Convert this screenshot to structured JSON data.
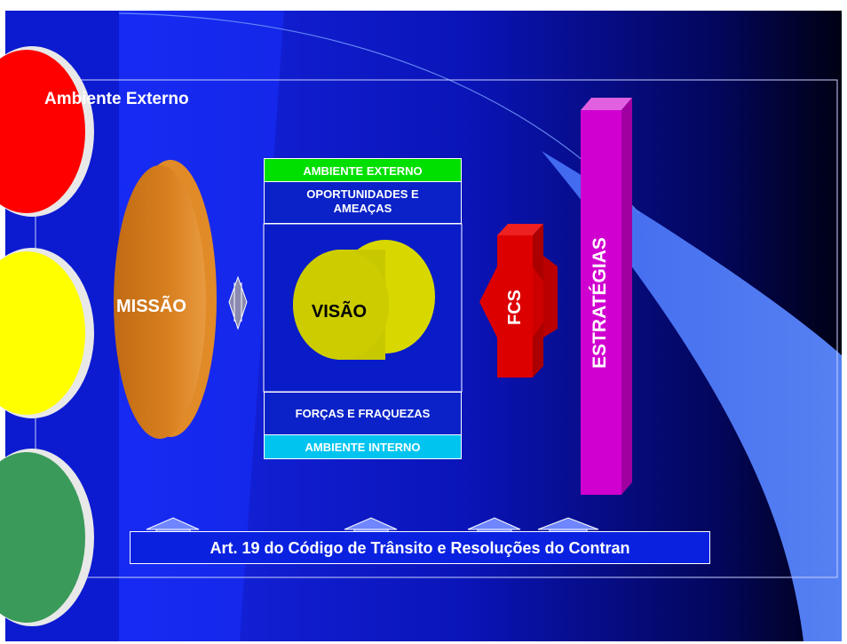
{
  "outer_frame": {
    "title": "Ambiente  Externo"
  },
  "missao": {
    "label": "MISSÃO"
  },
  "center_box": {
    "top_label": "AMBIENTE EXTERNO",
    "opportunities_line1": "OPORTUNIDADES E",
    "opportunities_line2": "AMEAÇAS",
    "vision_label": "VISÃO",
    "strengths_label": "FORÇAS E FRAQUEZAS",
    "bottom_label": "AMBIENTE INTERNO"
  },
  "fcs": {
    "label": "FCS"
  },
  "estrategias": {
    "label": "ESTRATÉGIAS"
  },
  "footer": {
    "label": "Art. 19 do Código de Trânsito e Resoluções do Contran"
  },
  "colors": {
    "background_dark": "#000010",
    "background_blue": "#0a14d8",
    "light_beam": "#4a78ff",
    "traffic_red": "#ff0000",
    "traffic_yellow": "#ffff00",
    "traffic_green": "#3a9a5a",
    "missao_orange": "#d77a1c",
    "visao_yellow": "#c8c800",
    "fcs_red": "#dd0000",
    "estrategias_magenta": "#d000d0",
    "row_green": "#00e000",
    "row_cyan": "#00c4f0"
  }
}
